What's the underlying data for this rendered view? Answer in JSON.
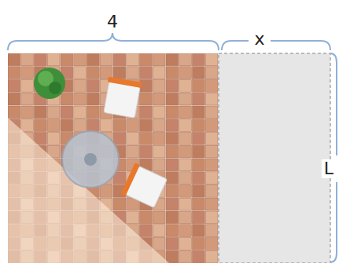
{
  "diagram": {
    "labels": [
      "4",
      "x",
      "L"
    ]
  }
}
